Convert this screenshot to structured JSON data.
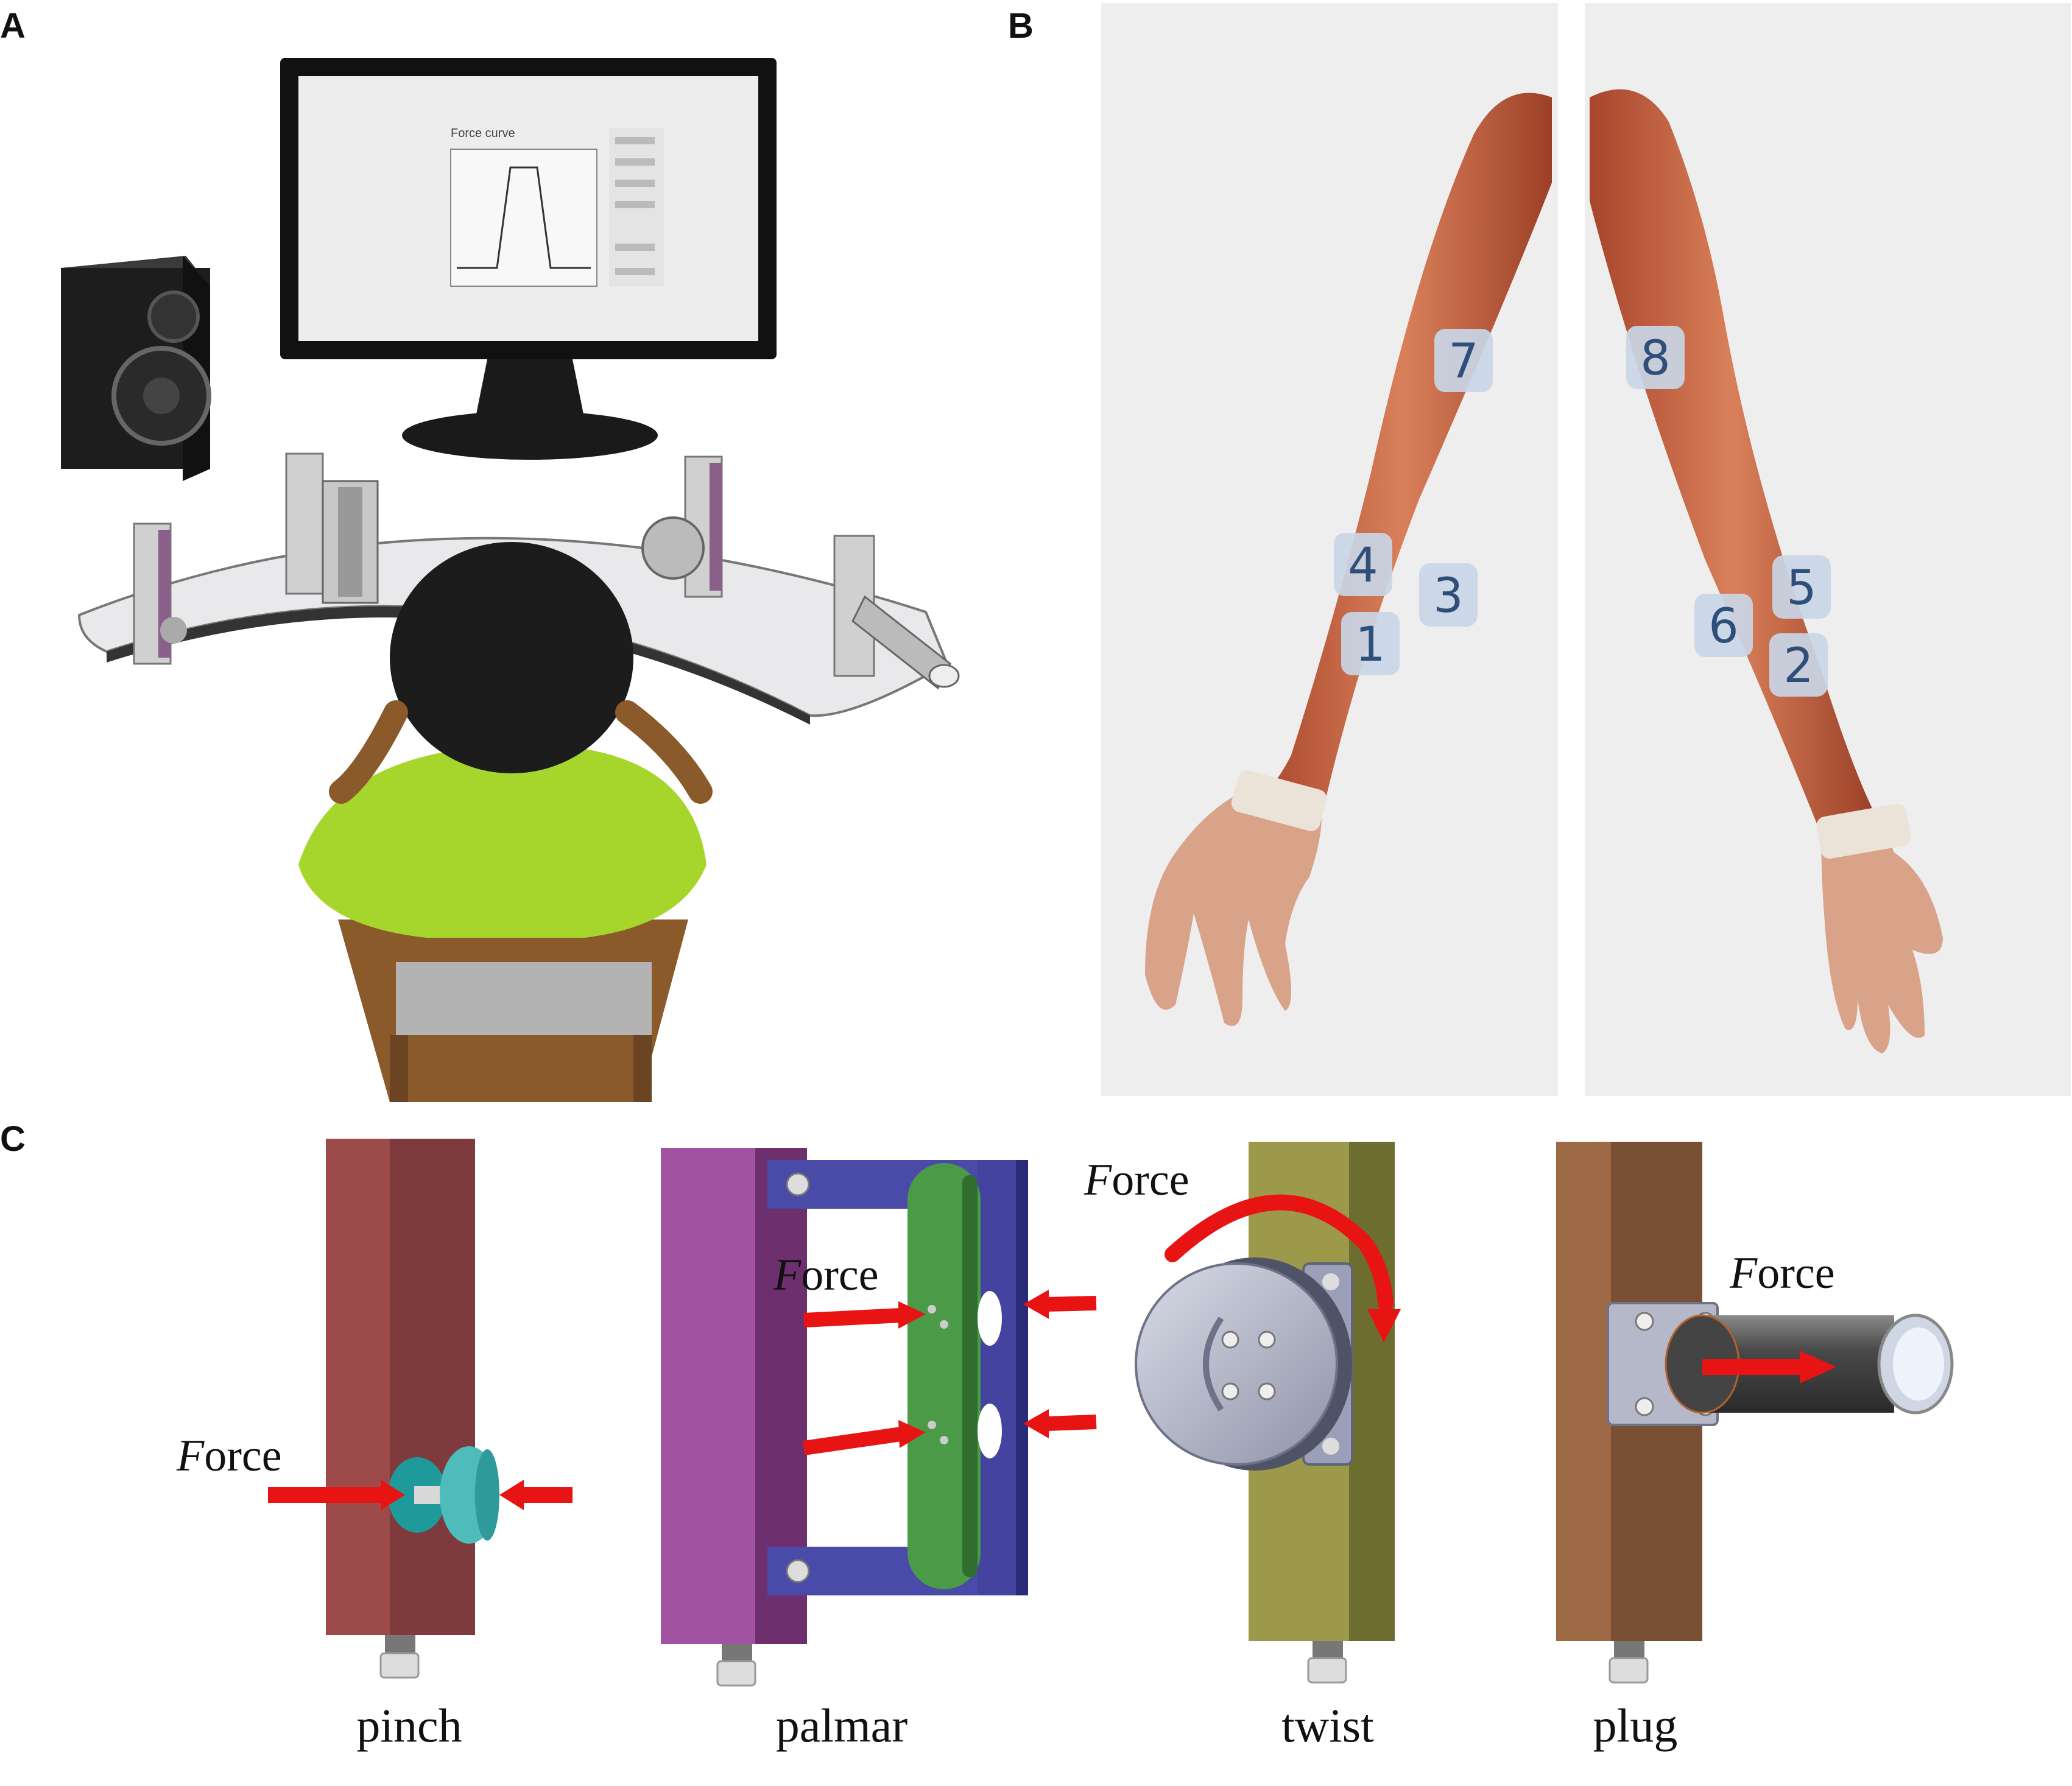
{
  "panels": {
    "a": "A",
    "b": "B",
    "c": "C"
  },
  "monitor": {
    "chart_title": "Force curve",
    "chart_data": {
      "type": "line",
      "x": [
        0,
        1,
        2,
        3,
        4,
        5,
        6,
        7,
        8,
        9,
        10
      ],
      "y": [
        0,
        0,
        0,
        0,
        1,
        1,
        1,
        0,
        0,
        0,
        0
      ]
    }
  },
  "muscle_sites": [
    "1",
    "2",
    "3",
    "4",
    "5",
    "6",
    "7",
    "8"
  ],
  "force_label": {
    "italic": "F",
    "rest": "orce"
  },
  "devices": [
    {
      "name": "pinch",
      "color": "#8a3f40"
    },
    {
      "name": "palmar",
      "color": "#8e3f8f"
    },
    {
      "name": "twist",
      "color": "#8f9040"
    },
    {
      "name": "plug",
      "color": "#8b5a3c"
    }
  ],
  "colors": {
    "arrow": "#e81414",
    "bracket": "#4a4aa8",
    "handle": "#4a9a48",
    "muscle": "#c8643f",
    "background_b": "#eeeeee"
  }
}
